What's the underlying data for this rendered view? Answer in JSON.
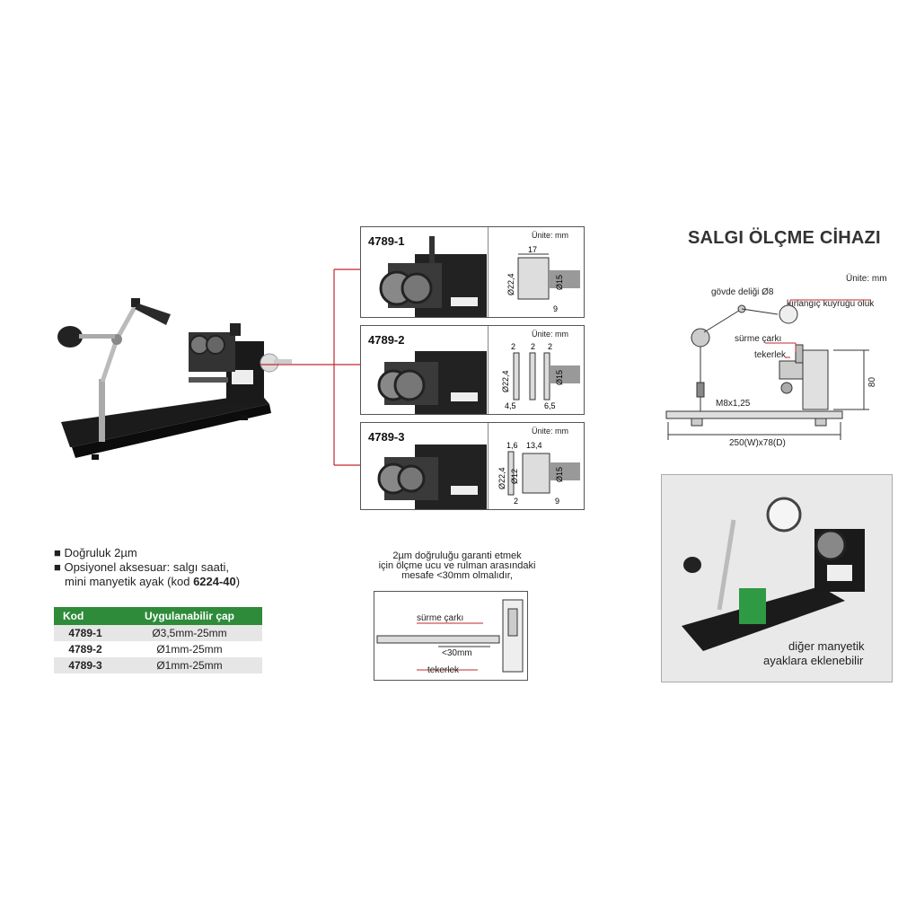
{
  "title": "SALGI ÖLÇME CİHAZI",
  "panels": [
    {
      "code": "4789-1",
      "unit": "Ünite: mm",
      "dims": [
        "17",
        "Ø22,4",
        "Ø15",
        "9"
      ]
    },
    {
      "code": "4789-2",
      "unit": "Ünite: mm",
      "dims": [
        "2",
        "2",
        "2",
        "Ø22,4",
        "Ø15",
        "4,5",
        "6,5"
      ]
    },
    {
      "code": "4789-3",
      "unit": "Ünite: mm",
      "dims": [
        "1,6",
        "13,4",
        "Ø22,4",
        "Ø12",
        "Ø15",
        "2",
        "9"
      ]
    }
  ],
  "diagram": {
    "unit": "Ünite: mm",
    "govde": "gövde deliği Ø8",
    "kirlangic": "kırlangıç kuyruğu oluk",
    "surme": "sürme çarkı",
    "tekerlek": "tekerlek",
    "thread": "M8x1,25",
    "height": "80",
    "size": "250(W)x78(D)"
  },
  "bullets": [
    "Doğruluk 2µm",
    "Opsiyonel aksesuar: salgı saati,",
    "mini manyetik ayak (kod ",
    "6224-40",
    ")"
  ],
  "table": {
    "headers": [
      "Kod",
      "Uygulanabilir çap"
    ],
    "rows": [
      [
        "4789-1",
        "Ø3,5mm-25mm"
      ],
      [
        "4789-2",
        "Ø1mm-25mm"
      ],
      [
        "4789-3",
        "Ø1mm-25mm"
      ]
    ]
  },
  "note": {
    "line1": "2µm doğruluğu garanti etmek",
    "line2": "için ölçme ucu ve rulman arasındaki",
    "line3": "mesafe <30mm olmalıdır,",
    "surme": "sürme çarkı",
    "dist": "<30mm",
    "tekerlek": "tekerlek"
  },
  "photo_caption": {
    "line1": "diğer manyetik",
    "line2": "ayaklara eklenebilir"
  },
  "colors": {
    "accent_green": "#2e8b3a",
    "leader_red": "#c0282d",
    "magnet_green": "#2f9a44"
  }
}
